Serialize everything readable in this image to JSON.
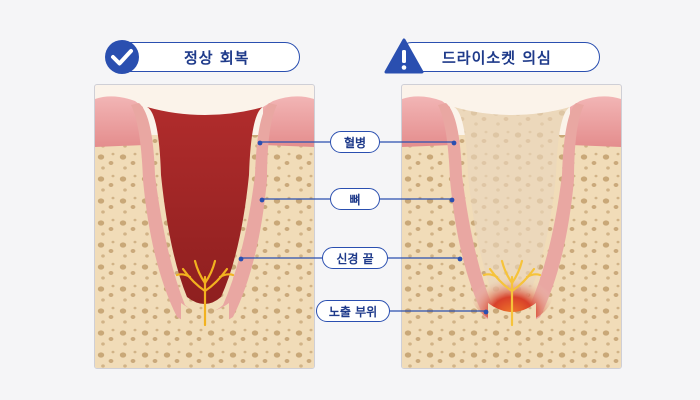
{
  "left_header": {
    "icon": "check-circle-icon",
    "title": "정상 회복"
  },
  "right_header": {
    "icon": "warning-triangle-icon",
    "title": "드라이소켓 의심"
  },
  "labels": {
    "blood_clot": "혈병",
    "bone": "뼈",
    "nerve_ending": "신경 끝",
    "exposed_area": "노출 부위"
  },
  "colors": {
    "accent": "#2a4fb0",
    "accent_dark": "#1e3a8a",
    "gum": "#e9a3a3",
    "bone": "#efd9b5",
    "clot": "#a82a2a",
    "nerve": "#f2b21f",
    "inflamed": "#e0451f"
  }
}
